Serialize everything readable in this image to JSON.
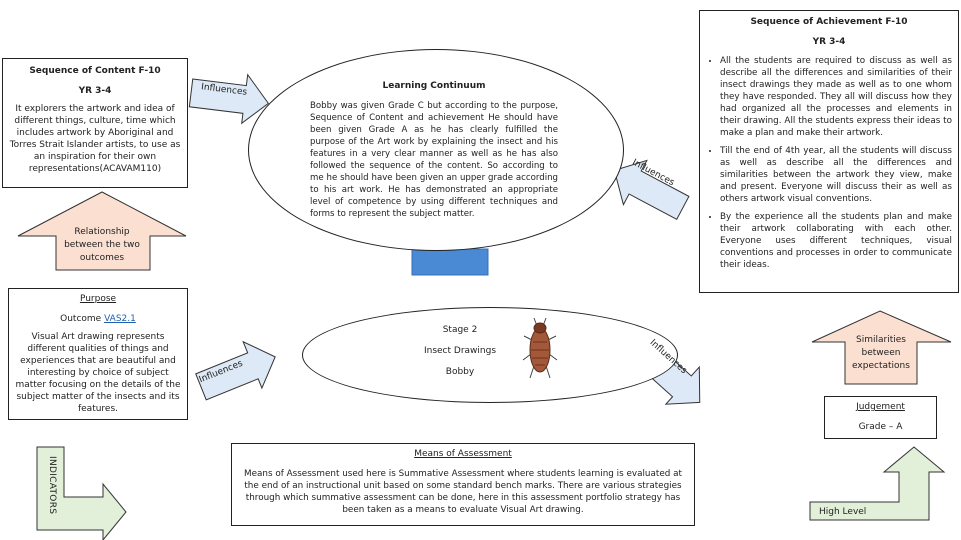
{
  "content_box": {
    "title": "Sequence of Content F-10",
    "subtitle": "YR 3-4",
    "body": "It explorers the artwork and idea of different things, culture, time which includes artwork by Aboriginal and Torres Strait Islander artists, to use as an inspiration for their own representations(ACAVAM110)"
  },
  "continuum": {
    "title": "Learning Continuum",
    "body": "Bobby was given Grade C but according to the purpose, Sequence of Content and achievement He should have been given Grade A  as he has clearly fulfilled the purpose of the Art work by explaining the insect and his features  in a very clear manner  as well as he  has also followed the sequence of the content. So according to me he should have been given an upper grade according to his art work. He has demonstrated an appropriate level of competence  by using different techniques and  forms to represent the subject matter."
  },
  "achievement_box": {
    "title": "Sequence of Achievement F-10",
    "subtitle": "YR 3-4",
    "bullets": [
      "All the students are required to discuss as well as describe all the differences and similarities  of their insect drawings they made  as well as  to one whom they have responded.  They all will discuss how they had organized all the processes and elements in their drawing.  All the students express their ideas to make a plan and make their artwork.",
      "Till the end of 4th year, all the students will discuss as well as describe all the differences and similarities between the artwork they view, make and present. Everyone will discuss their as well as others artwork visual conventions.",
      "By the experience all the students plan and make their artwork collaborating with each other. Everyone uses different techniques, visual conventions and processes  in order to communicate their ideas."
    ]
  },
  "relationship_arrow": {
    "text": "Relationship between the two outcomes",
    "color": "#fbe0d2"
  },
  "similarities_arrow": {
    "text": "Similarities between expectations",
    "color": "#fbe0d2"
  },
  "purpose_box": {
    "title": "Purpose",
    "outcome_prefix": "Outcome ",
    "outcome_link": "VAS2.1",
    "body": "Visual Art drawing represents different qualities of things and experiences that are beautiful and interesting by choice of subject matter focusing on the details of the subject matter  of the insects and its features."
  },
  "stage": {
    "line1": "Stage 2",
    "line2": "Insect Drawings",
    "line3": "Bobby"
  },
  "influences": [
    "Influences",
    "Influences",
    "Influences",
    "Influences"
  ],
  "influences_color": "#dde9f6",
  "assessment_box": {
    "title": "Means of Assessment",
    "body": "Means of Assessment used here is Summative Assessment where students learning is evaluated at the end of an instructional unit based on some standard bench marks. There are various strategies through which summative assessment can be done, here in this assessment portfolio strategy has been taken as a means to evaluate Visual Art drawing."
  },
  "judgement_box": {
    "title": "Judgement",
    "grade": "Grade – A"
  },
  "indicators_label": "INDICATORS",
  "high_level_label": "High Level",
  "green_color": "#e2efd9",
  "blue_rect_color": "#4a89d4"
}
